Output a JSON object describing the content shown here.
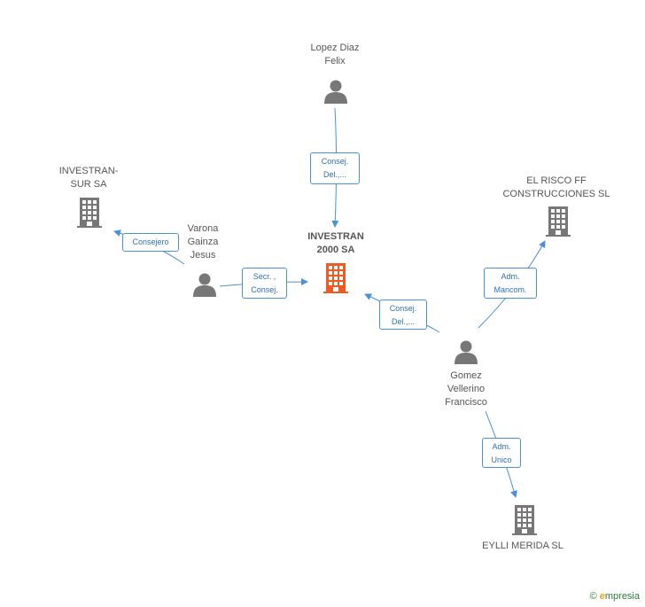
{
  "colors": {
    "edge": "#4a90d9",
    "icon_gray": "#777777",
    "icon_main": "#ee5a24"
  },
  "nodes": {
    "lopez": {
      "label": "Lopez Diaz\nFelix",
      "icon": "person-icon"
    },
    "investran_sur": {
      "label": "INVESTRAN-\nSUR SA",
      "icon": "building-icon"
    },
    "varona": {
      "label": "Varona\nGainza\nJesus",
      "icon": "person-icon"
    },
    "investran_2000": {
      "label": "INVESTRAN\n2000 SA",
      "icon": "building-icon"
    },
    "el_risco": {
      "label": "EL RISCO FF\nCONSTRUCCIONES SL",
      "icon": "building-icon"
    },
    "gomez": {
      "label": "Gomez\nVellerino\nFrancisco",
      "icon": "person-icon"
    },
    "eylli": {
      "label": "EYLLI MERIDA SL",
      "icon": "building-icon"
    }
  },
  "edges": {
    "lopez_investran": "Consej.\nDel.,...",
    "varona_sur": "Consejero",
    "varona_investran": "Secr. ,\nConsej.",
    "gomez_investran": "Consej.\nDel.,...",
    "gomez_risco": "Adm.\nMancom.",
    "gomez_eylli": "Adm.\nUnico"
  },
  "watermark": {
    "symbol": "©",
    "brand_initial": "e",
    "brand_rest": "mpresia"
  }
}
